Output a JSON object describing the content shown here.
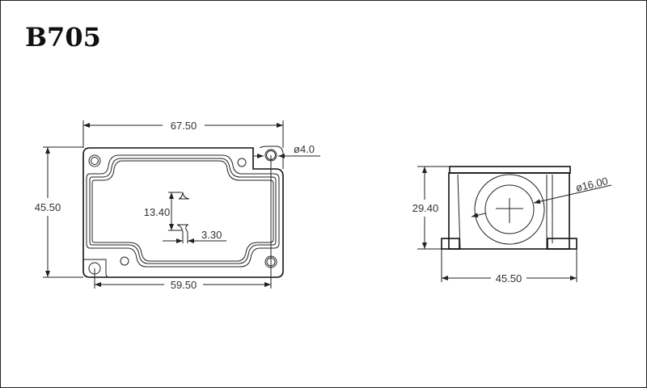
{
  "title": "B705",
  "top_view": {
    "width_label": "67.50",
    "height_label": "45.50",
    "hole_spacing_label": "59.50",
    "hole_diameter_label": "ø4.0",
    "slot_spacing_label": "13.40",
    "slot_width_label": "3.30"
  },
  "side_view": {
    "height_label": "29.40",
    "width_label": "45.50",
    "port_diameter_label": "ø16.00"
  }
}
